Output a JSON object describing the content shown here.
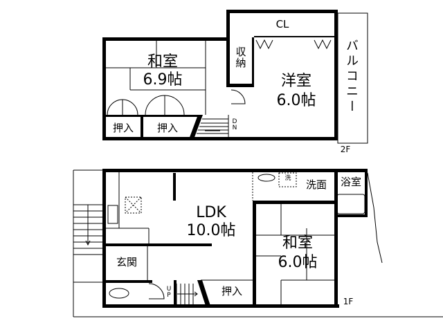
{
  "floor2": {
    "floor_label": "2F",
    "rooms": {
      "washitsu": {
        "name": "和室",
        "size": "6.9帖"
      },
      "youshitsu": {
        "name": "洋室",
        "size": "6.0帖"
      },
      "closet": {
        "name": "CL"
      },
      "storage": {
        "name": "収\n納"
      },
      "oshiire1": {
        "name": "押入"
      },
      "oshiire2": {
        "name": "押入"
      },
      "balcony": {
        "name": "バルコニー"
      },
      "stairs": {
        "direction": "D\nN"
      }
    }
  },
  "floor1": {
    "floor_label": "1F",
    "rooms": {
      "ldk": {
        "name": "LDK",
        "size": "10.0帖"
      },
      "washitsu": {
        "name": "和室",
        "size": "6.0帖"
      },
      "senmen": {
        "name": "洗面"
      },
      "washer": {
        "name": "洗"
      },
      "bath": {
        "name": "浴室"
      },
      "genkan": {
        "name": "玄関"
      },
      "oshiire": {
        "name": "押入"
      },
      "stairs": {
        "direction": "U\nP"
      }
    }
  }
}
